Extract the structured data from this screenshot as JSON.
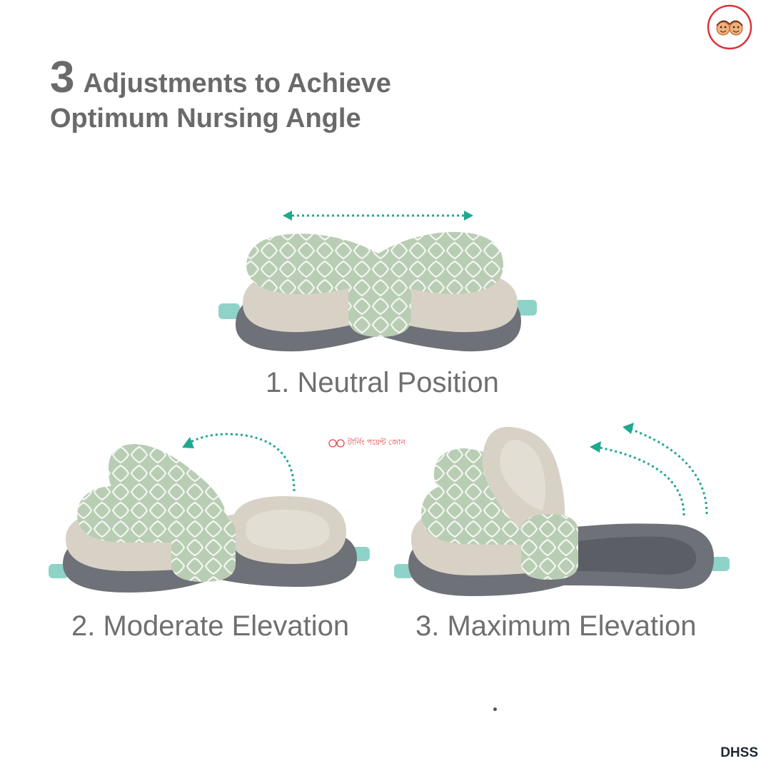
{
  "headline": {
    "number": "3",
    "line1": "Adjustments to Achieve",
    "line2": "Optimum Nursing Angle"
  },
  "positions": [
    {
      "label": "1. Neutral Position"
    },
    {
      "label": "2. Moderate Elevation"
    },
    {
      "label": "3. Maximum Elevation"
    }
  ],
  "brand": {
    "logo_icon": "turning-point-zone-logo",
    "watermark_text": "টার্নিং পয়েন্ট জোন",
    "corner_mark": "DHSS"
  },
  "colors": {
    "text_gray": "#6a6a6a",
    "arrow_teal": "#1fa88f",
    "pillow_green": "#b9cdb4",
    "pillow_beige": "#d8d2c6",
    "pillow_dark": "#6e7177",
    "tab_teal": "#8fd3c8"
  }
}
